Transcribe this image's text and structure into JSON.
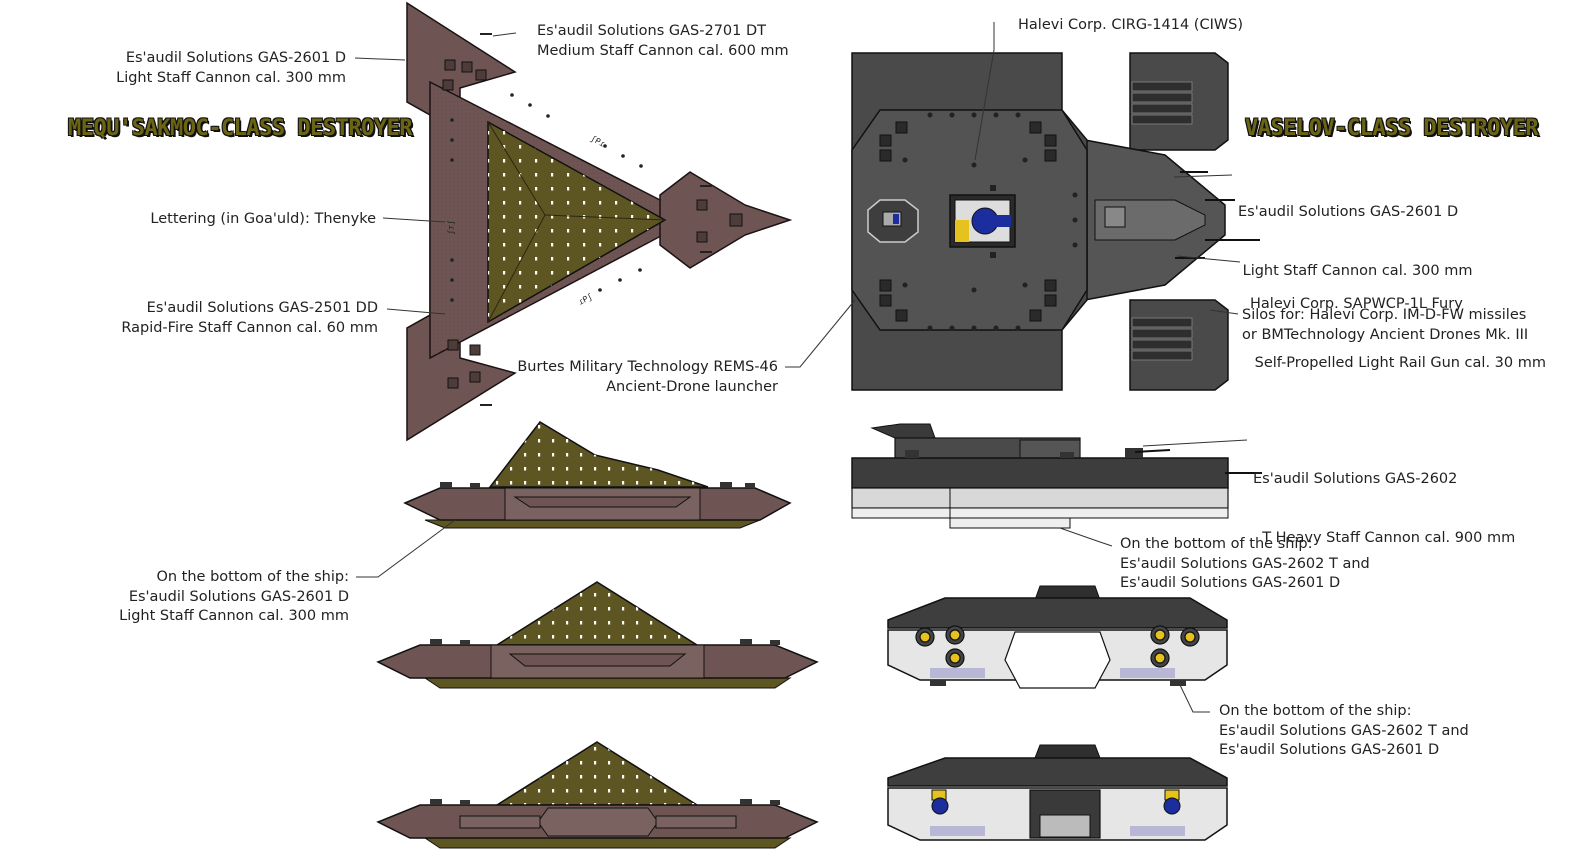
{
  "titles": {
    "left": "Mequ'sakmoc-class destroyer",
    "right": "Vaselov-class destroyer"
  },
  "labels": {
    "gas2701": [
      "Es'audil Solutions GAS-2701 DT",
      "Medium Staff Cannon cal. 600 mm"
    ],
    "gas2601_left": [
      "Es'audil Solutions GAS-2601 D",
      "Light Staff Cannon cal. 300 mm"
    ],
    "lettering": [
      "Lettering (in Goa'uld): Thenyke"
    ],
    "gas2501": [
      "Es'audil Solutions GAS-2501 DD",
      "Rapid-Fire Staff Cannon cal. 60 mm"
    ],
    "rems46": [
      "Burtes Military Technology REMS-46",
      "Ancient-Drone launcher"
    ],
    "bottom_left": [
      "On the bottom of the ship:",
      "Es'audil Solutions GAS-2601 D",
      "Light Staff Cannon cal. 300 mm"
    ],
    "cirg": [
      "Halevi Corp. CIRG-1414  (CIWS)"
    ],
    "gas2601_right": [
      "Es'audil Solutions GAS-2601 D",
      " Light Staff Cannon cal. 300 mm"
    ],
    "sapwcp": [
      "Halevi Corp. SAPWCP-1L Fury",
      " Self-Propelled Light Rail Gun cal. 30 mm"
    ],
    "silos": [
      "Silos for: Halevi Corp. IM-D-FW missiles",
      "or BMTechnology Ancient Drones Mk. III"
    ],
    "gas2602": [
      "Es'audil Solutions GAS-2602",
      "  T Heavy Staff Cannon cal. 900 mm"
    ],
    "bottom_right_1": [
      "On the bottom of the ship:",
      "Es'audil Solutions GAS-2602 T and",
      "Es'audil Solutions GAS-2601 D"
    ],
    "bottom_right_2": [
      "On the bottom of the ship:",
      "Es'audil Solutions GAS-2602 T and",
      "Es'audil Solutions GAS-2601 D"
    ]
  },
  "colors": {
    "goauld_hull": "#6e5553",
    "goauld_pyramid": "#5d5522",
    "earth_hull": "#4a4a4a",
    "earth_light": "#d8d8d8",
    "accent_yellow": "#e5c21e",
    "accent_blue": "#1c2e9e"
  }
}
